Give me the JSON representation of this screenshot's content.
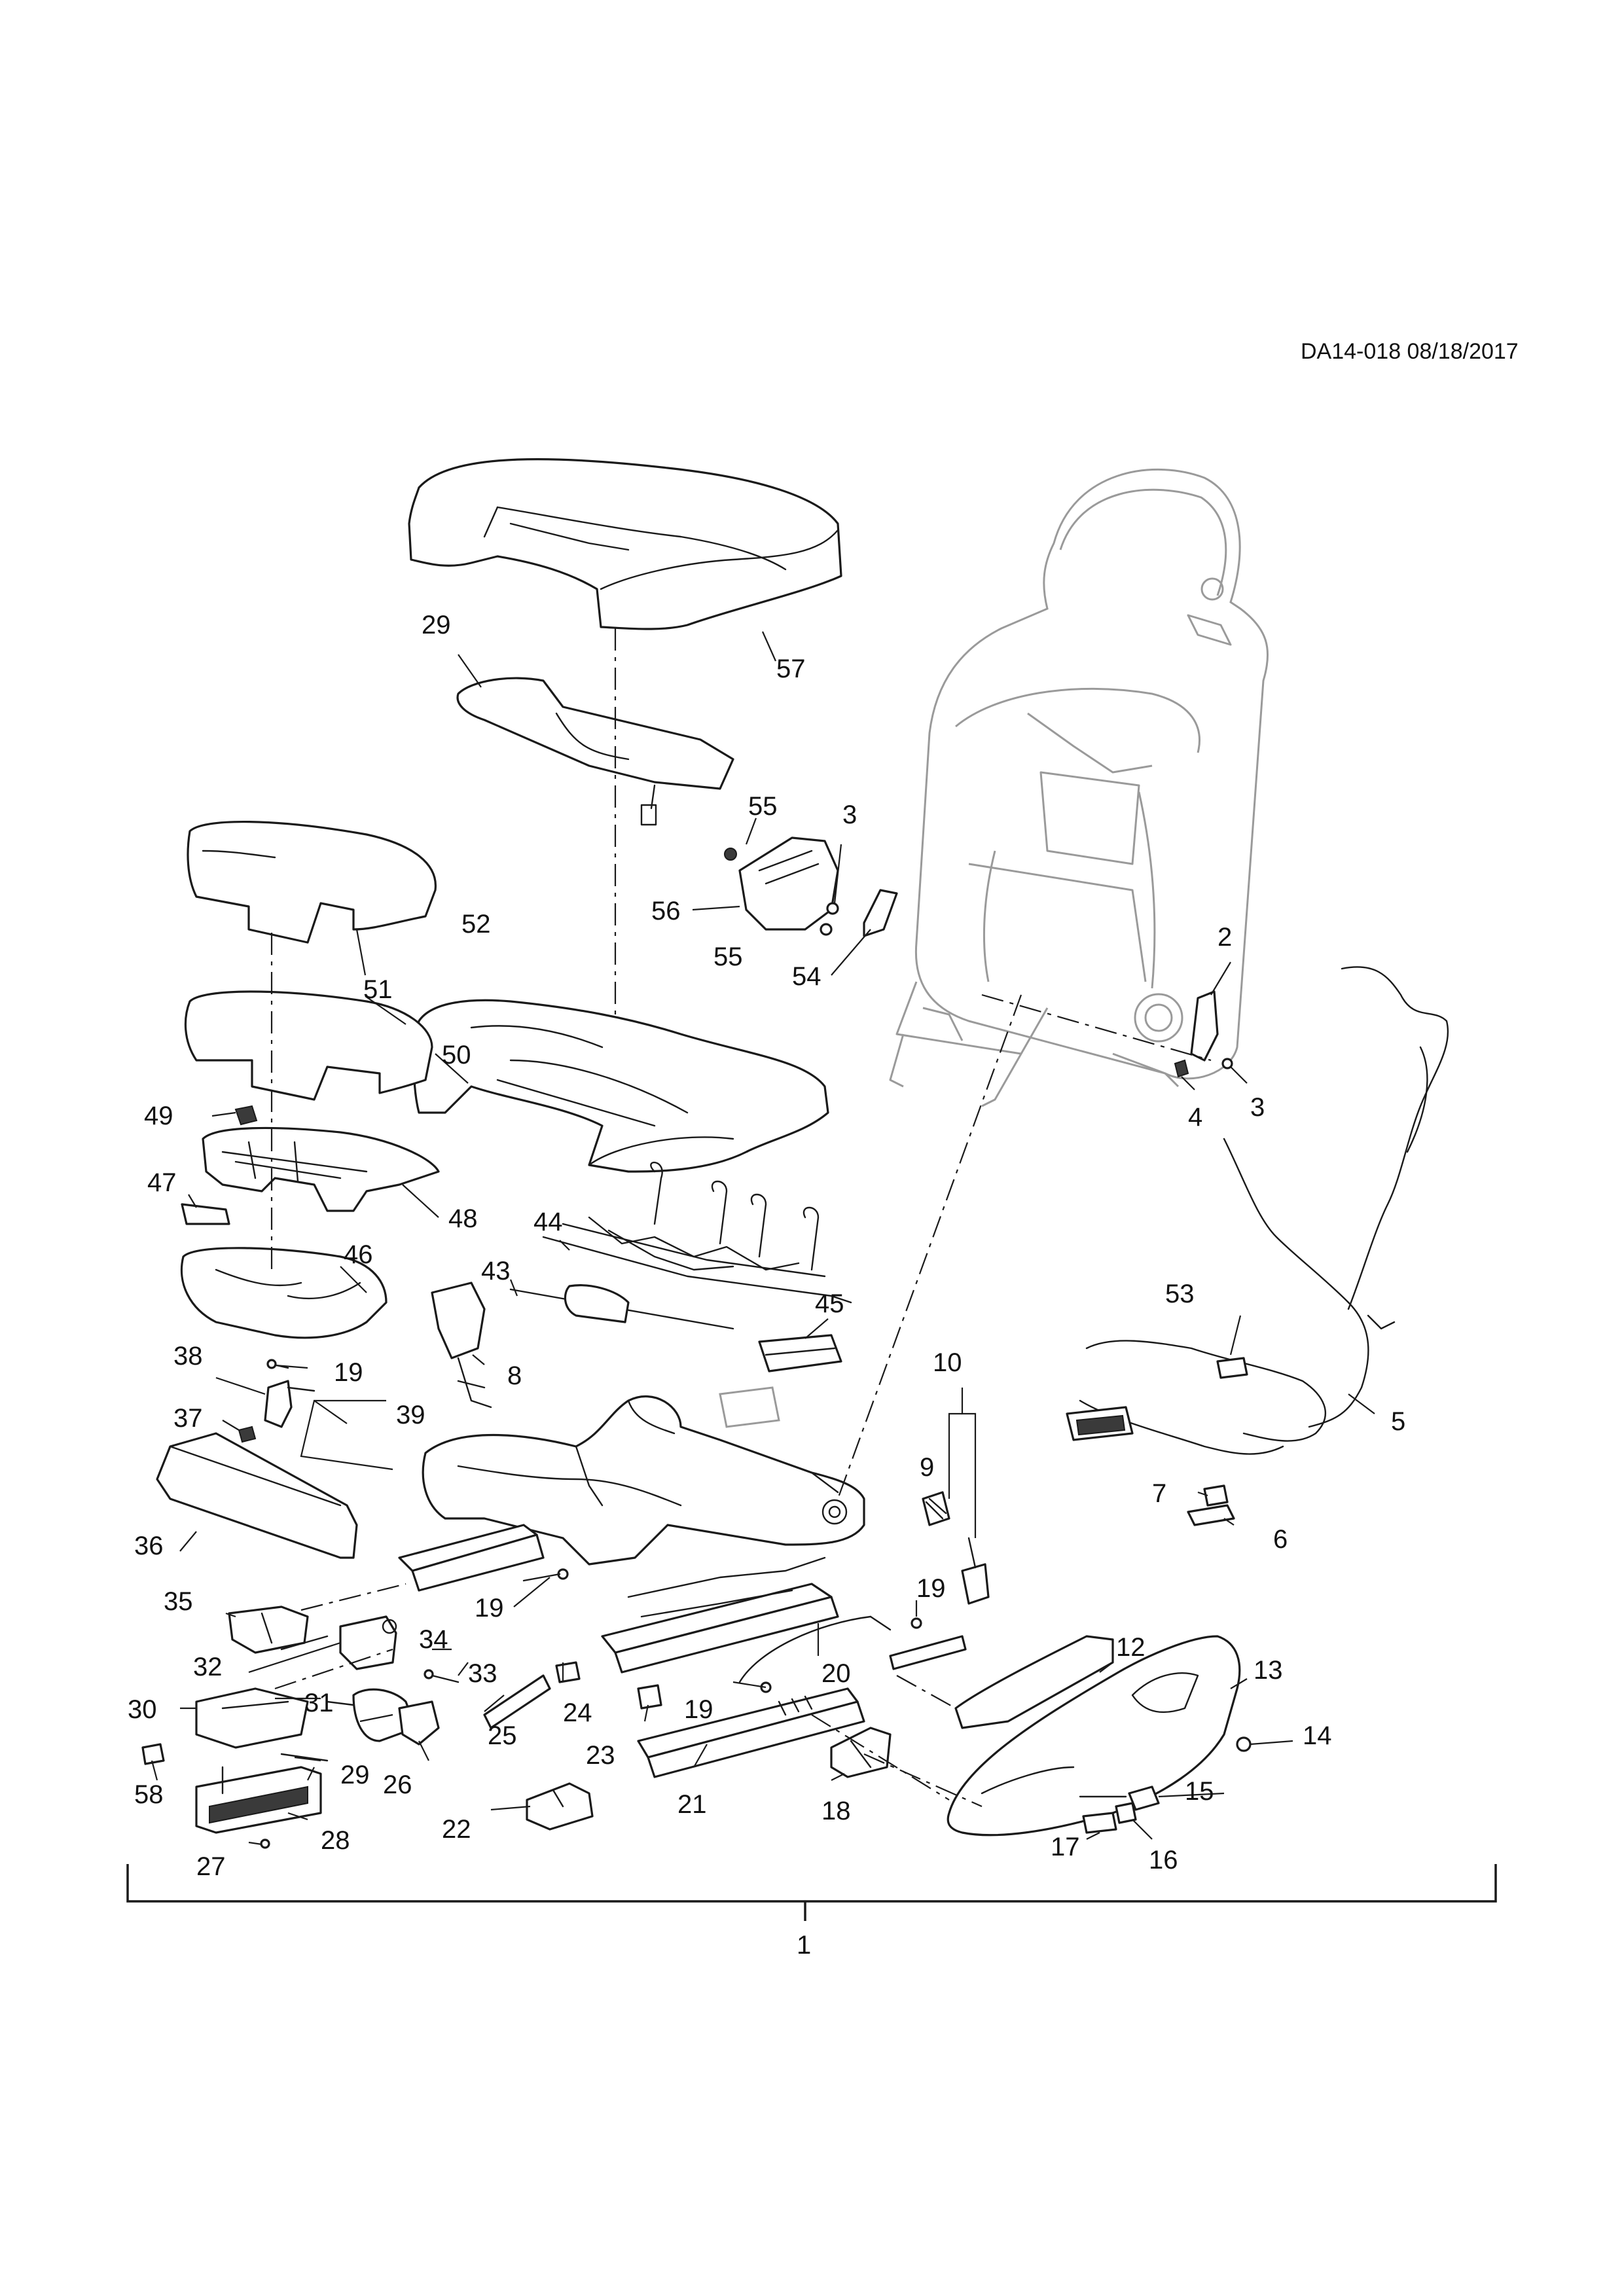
{
  "diagram": {
    "reference_code": "DA14-018 08/18/2017",
    "callouts": {
      "c1": "1",
      "c2": "2",
      "c3a": "3",
      "c3b": "3",
      "c4": "4",
      "c5": "5",
      "c6": "6",
      "c7": "7",
      "c8": "8",
      "c9": "9",
      "c10": "10",
      "c12": "12",
      "c13": "13",
      "c14": "14",
      "c15": "15",
      "c16": "16",
      "c17": "17",
      "c18": "18",
      "c19a": "19",
      "c19b": "19",
      "c19c": "19",
      "c19d": "19",
      "c20": "20",
      "c21": "21",
      "c22": "22",
      "c23": "23",
      "c24": "24",
      "c25": "25",
      "c26": "26",
      "c27": "27",
      "c28": "28",
      "c29a": "29",
      "c29b": "29",
      "c30": "30",
      "c31": "31",
      "c32": "32",
      "c33": "33",
      "c34": "34",
      "c35": "35",
      "c36": "36",
      "c37": "37",
      "c38": "38",
      "c39": "39",
      "c43": "43",
      "c44": "44",
      "c45": "45",
      "c46": "46",
      "c47": "47",
      "c48": "48",
      "c49": "49",
      "c50": "50",
      "c51": "51",
      "c52": "52",
      "c53": "53",
      "c54": "54",
      "c55a": "55",
      "c55b": "55",
      "c56": "56",
      "c57": "57",
      "c58": "58"
    }
  }
}
